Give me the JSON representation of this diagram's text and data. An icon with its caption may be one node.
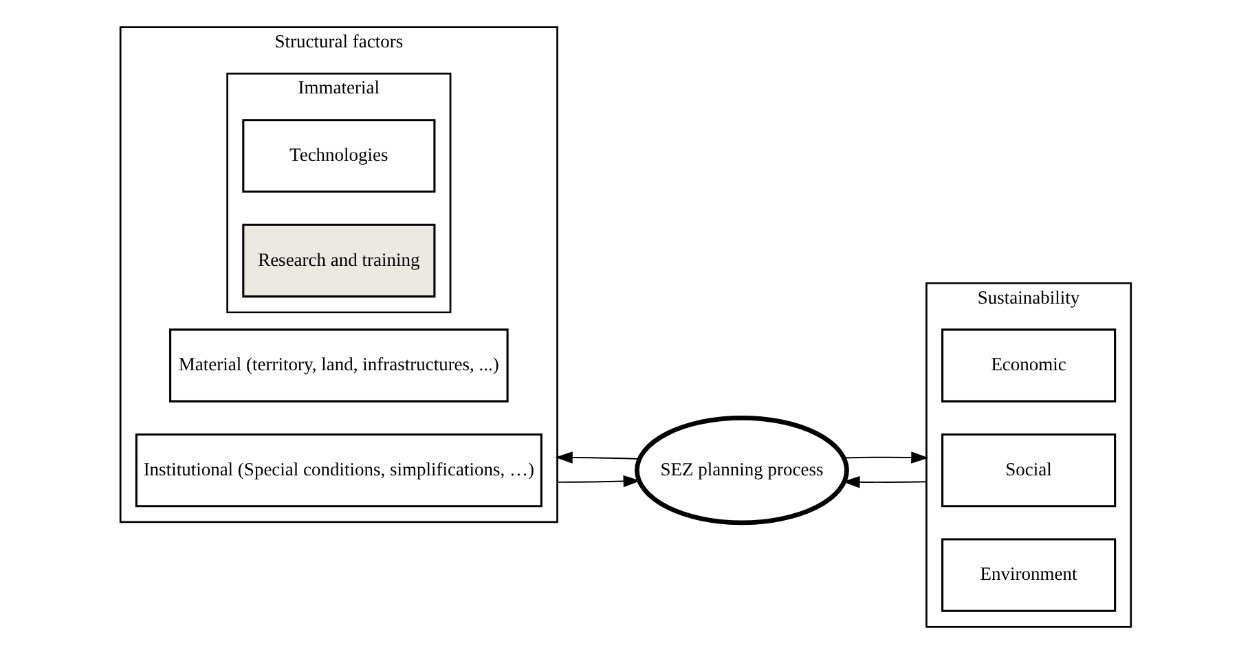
{
  "diagram": {
    "nodes": [
      {
        "text": [
          "Structural factors"
        ]
      },
      {
        "text": [
          "Material (territory, land, infrastructures, ...)"
        ],
        "in": 0
      },
      {
        "text": [
          "Immaterial"
        ],
        "in": 0
      },
      {
        "text": [
          "Technologies"
        ],
        "in": 2
      },
      {
        "text": [
          "Research and training"
        ],
        "in": 2
      },
      {
        "text": [
          "Institutional (Special conditions, simplifications, …)"
        ],
        "in": 0
      },
      {
        "text": [
          "SEZ planning process"
        ]
      },
      {
        "text": [
          "Sustainability"
        ]
      },
      {
        "text": [
          "Economic"
        ],
        "in": 7
      },
      {
        "text": [
          "Social"
        ],
        "in": 7
      },
      {
        "text": [
          "Environment"
        ],
        "in": 7
      }
    ],
    "edges": [
      {
        "from": 0,
        "to": 6,
        "arrow": "to"
      },
      {
        "from": 6,
        "to": 7,
        "arrow": "to"
      },
      {
        "from": 7,
        "to": 6,
        "arrow": "to"
      },
      {
        "from": 6,
        "to": 0,
        "arrow": "to"
      }
    ]
  }
}
